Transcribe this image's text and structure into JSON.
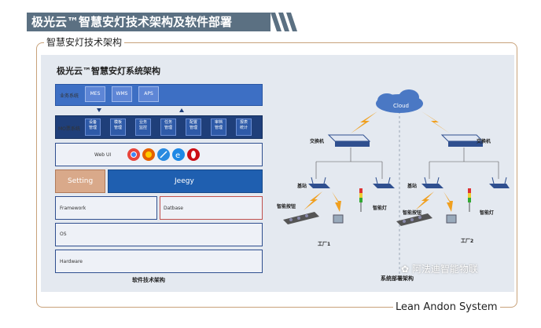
{
  "header": {
    "title": "极光云™智慧安灯技术架构及软件部署"
  },
  "frame": {
    "title": "智慧安灯技术架构",
    "footer": "Lean Andon System"
  },
  "diagram": {
    "title_prefix": "极光云™智慧安灯系统",
    "title_bold": "架构",
    "layers": {
      "business": {
        "label": "业务系统",
        "items": [
          "MES",
          "WMS",
          "APS"
        ]
      },
      "mo": {
        "label": "MO票系统",
        "items": [
          "设备\n管理",
          "模板\n管理",
          "业务\n监控",
          "任务\n管理",
          "配置\n管理",
          "审档\n管理",
          "报表\n统计"
        ]
      },
      "webui": {
        "label": "Web UI"
      },
      "setting": {
        "label": "Setting"
      },
      "jeegy": {
        "label": "Jeegy"
      },
      "framework": {
        "label": "Framework"
      },
      "database": {
        "label": "Datbase"
      },
      "os": {
        "label": "OS"
      },
      "hardware": {
        "label": "Hardware"
      }
    },
    "software_caption": "软件技术架构",
    "network": {
      "cloud": "Cloud",
      "switch_left": "交换机",
      "switch_right": "交换机",
      "base_left": "基站",
      "base_right": "基站",
      "button_left": "智能按钮",
      "light_left": "智能灯",
      "button_right": "智能按钮",
      "light_right": "智能灯",
      "factory1": "工厂1",
      "factory2": "工厂2",
      "caption": "系统部署架构"
    },
    "watermark": "阿法迪智能物联"
  },
  "colors": {
    "header_bg": "#5b7082",
    "frame_border": "#c8a27a",
    "layer_blue": "#3d6fc4",
    "setting_bg": "#d9a98a",
    "jeegy_bg": "#1f5fb0",
    "database_border": "#c0504d"
  }
}
